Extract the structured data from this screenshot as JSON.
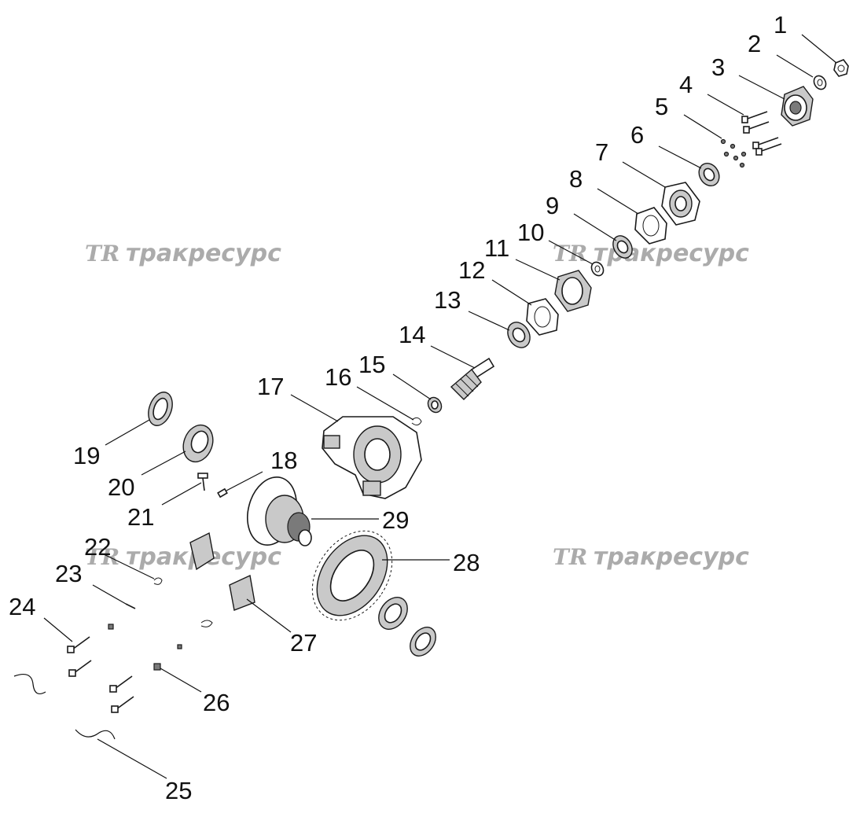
{
  "watermark": {
    "logo": "TR",
    "text": "тракресурс"
  },
  "callouts": [
    "1",
    "2",
    "3",
    "4",
    "5",
    "6",
    "7",
    "8",
    "9",
    "10",
    "11",
    "12",
    "13",
    "14",
    "15",
    "16",
    "17",
    "18",
    "19",
    "20",
    "21",
    "22",
    "23",
    "24",
    "25",
    "26",
    "27",
    "28",
    "29"
  ]
}
